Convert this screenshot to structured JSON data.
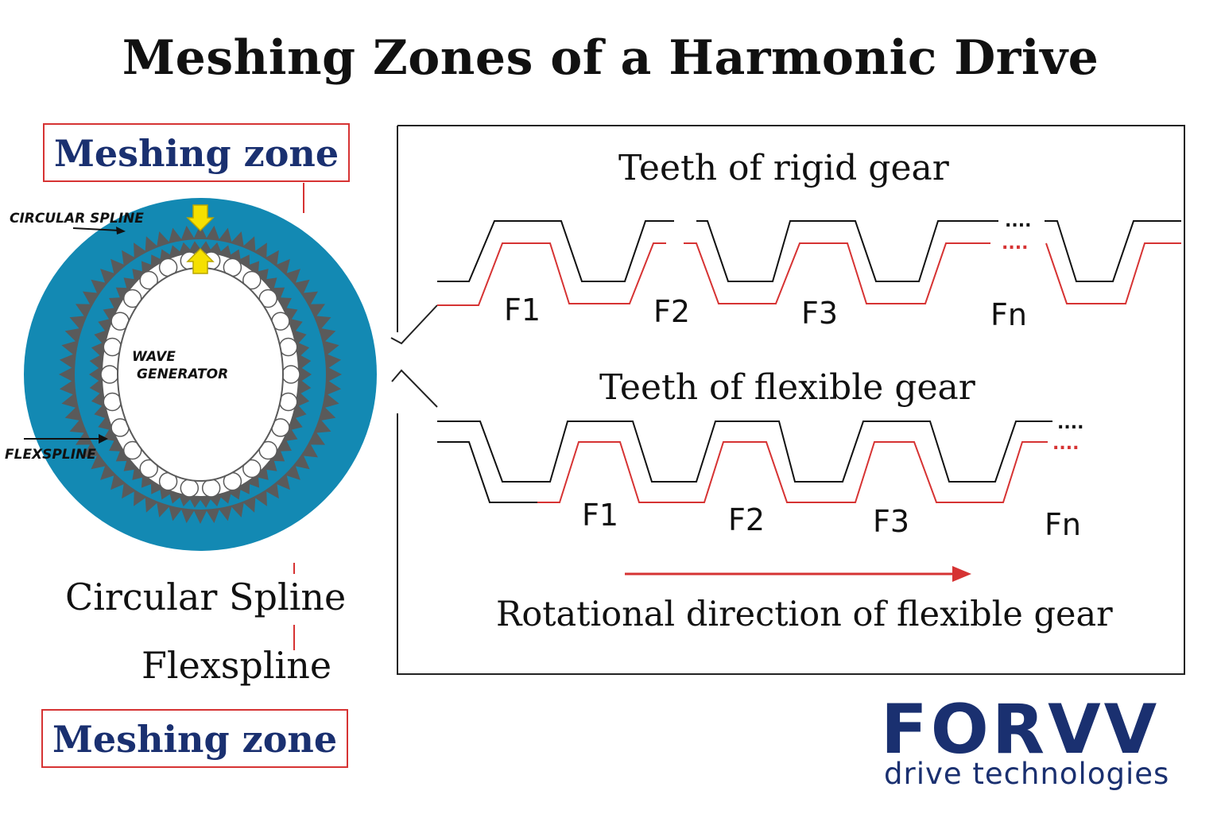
{
  "title": "Meshing Zones of a Harmonic Drive",
  "meshing_zone_top": "Meshing zone",
  "meshing_zone_bottom": "Meshing zone",
  "gear_labels": {
    "circular_spline_small": "CIRCULAR SPLINE",
    "flexspline_small": "FLEXSPLINE",
    "wave_generator_line1": "WAVE",
    "wave_generator_line2": "GENERATOR"
  },
  "legend": {
    "circular_spline": "Circular Spline",
    "flexspline": "Flexspline"
  },
  "panel": {
    "rigid_title": "Teeth of rigid gear",
    "flexible_title": "Teeth of flexible gear",
    "rigid_zones": [
      "F1",
      "F2",
      "F3",
      "Fn"
    ],
    "flexible_zones": [
      "F1",
      "F2",
      "F3",
      "Fn"
    ],
    "ellipsis": "....",
    "rotation_caption": "Rotational direction of flexible gear"
  },
  "brand": {
    "name": "FORVV",
    "tagline": "drive technologies"
  },
  "colors": {
    "brand": "#1a3070",
    "accent_red": "#d63333",
    "gear_blue": "#1389b3",
    "gear_gray": "#5a5a5a",
    "arrow_yellow": "#f5e000"
  }
}
